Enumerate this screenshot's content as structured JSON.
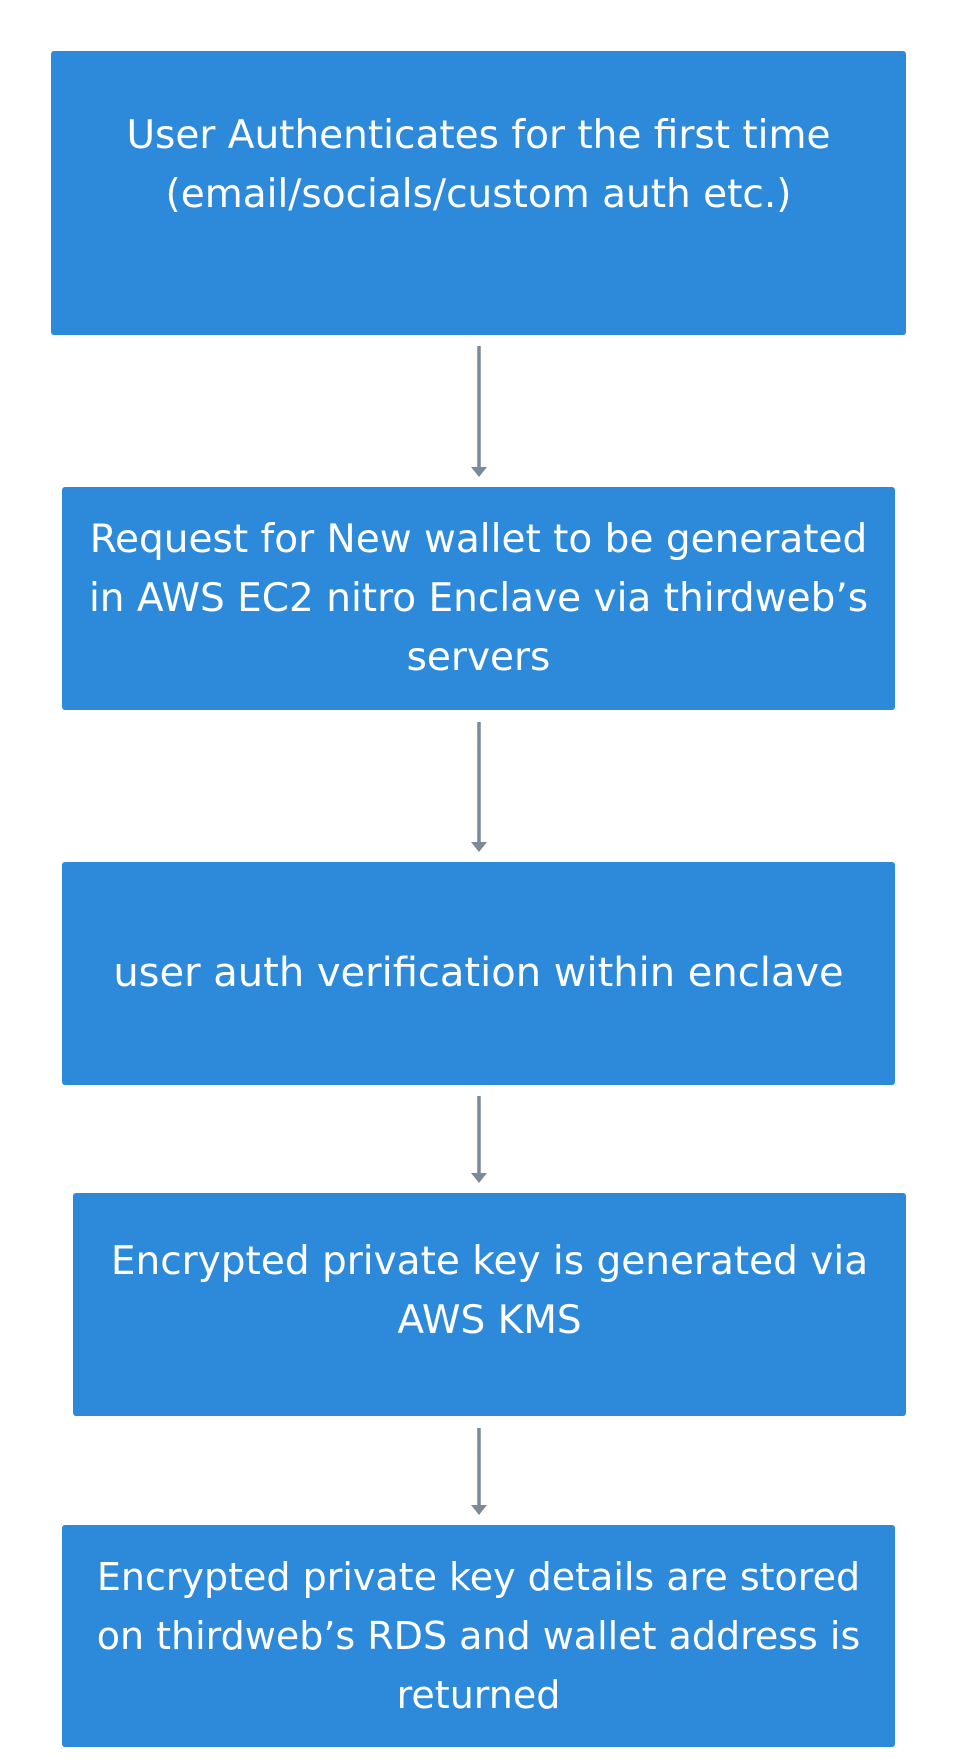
{
  "diagram": {
    "steps": [
      {
        "text": "User Authenticates for the first time\n(email/socials/custom auth etc.)"
      },
      {
        "text": "Request for New wallet to be generated\nin AWS EC2 nitro Enclave via thirdweb’s\nservers"
      },
      {
        "text": "user auth verification within enclave"
      },
      {
        "text": "Encrypted private key is generated via\nAWS KMS"
      },
      {
        "text": "Encrypted private key details are stored\non thirdweb’s RDS and wallet address is\nreturned"
      }
    ],
    "colors": {
      "box_fill": "#2d89da",
      "box_text": "#ffffff",
      "arrow": "#7b8a98",
      "background": "#ffffff"
    }
  }
}
